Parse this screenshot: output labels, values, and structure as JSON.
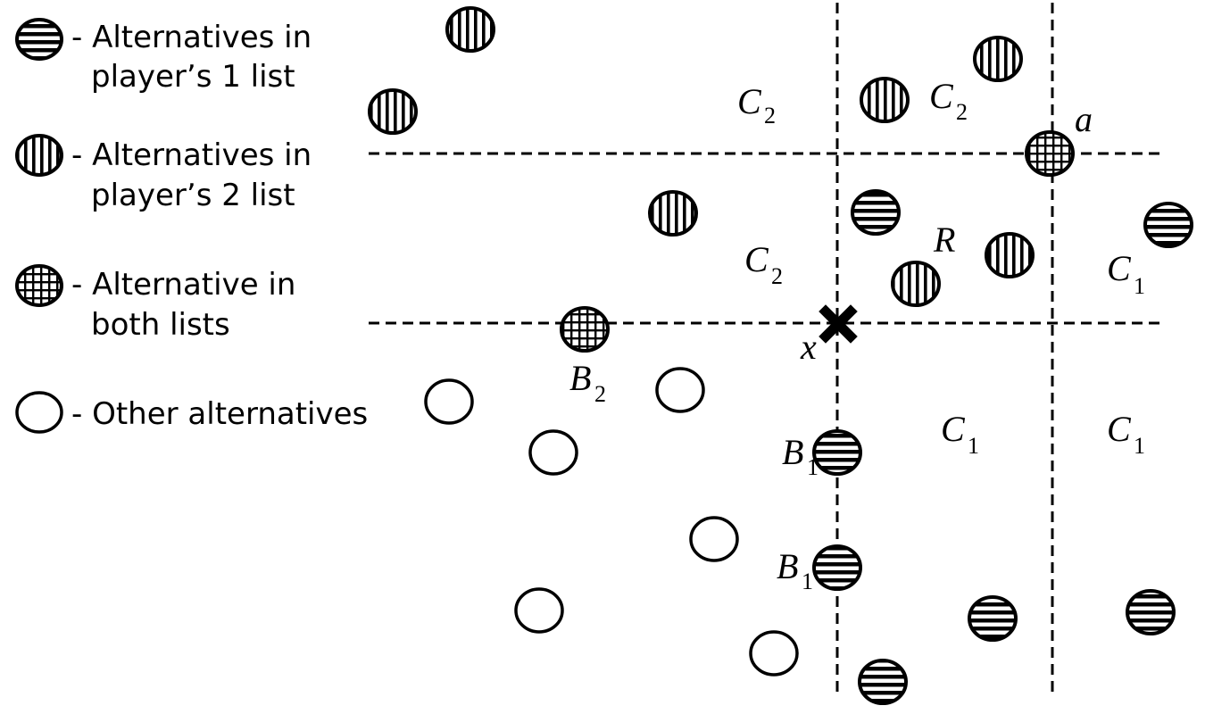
{
  "legend": {
    "player1": {
      "line1": "- Alternatives in",
      "line2": "player’s 1 list"
    },
    "player2": {
      "line1": "- Alternatives in",
      "line2": "player’s 2 list"
    },
    "both": {
      "line1": "- Alternative in",
      "line2": "both lists"
    },
    "other": {
      "line1": "- Other alternatives"
    }
  },
  "region_labels": {
    "c2_main": "C",
    "c2_main_sub": "2",
    "c2_top": "C",
    "c2_top_sub": "2",
    "c2_mid": "C",
    "c2_mid_sub": "2",
    "r": "R",
    "c1_right": "C",
    "c1_right_sub": "1",
    "c1_center": "C",
    "c1_center_sub": "1",
    "c1_bottom_right": "C",
    "c1_bottom_right_sub": "1"
  },
  "point_labels": {
    "a": "a",
    "x": "x",
    "b2": "B",
    "b2_sub": "2",
    "b1_upper": "B",
    "b1_upper_sub": "1",
    "b1_lower": "B",
    "b1_lower_sub": "1"
  },
  "marker_types": {
    "player1": "horizontal-stripes",
    "player2": "vertical-stripes",
    "both": "grid-pattern",
    "other": "empty-circle",
    "ideal_point": "x-mark"
  }
}
